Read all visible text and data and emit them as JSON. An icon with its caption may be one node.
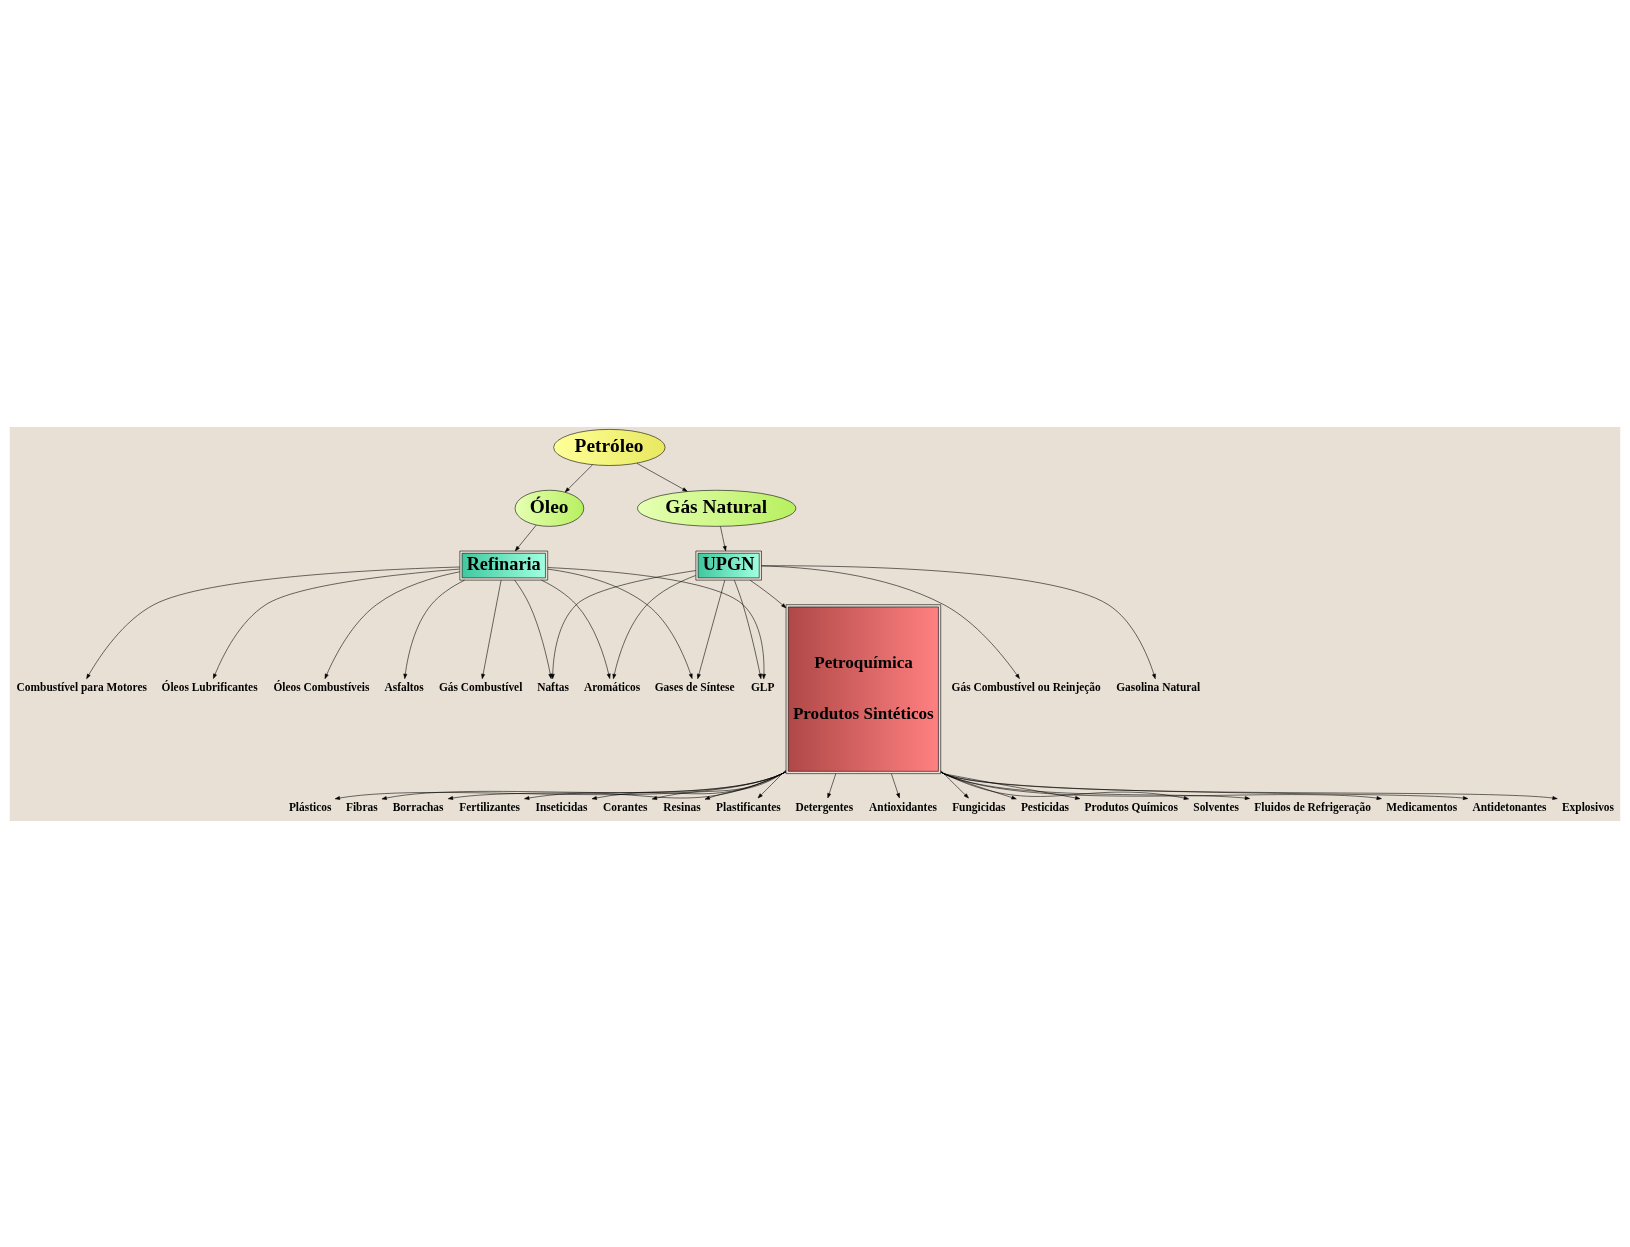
{
  "diagram": {
    "nodes": [
      {
        "text": [
          "Petróleo"
        ]
      },
      {
        "text": [
          "Óleo"
        ]
      },
      {
        "text": [
          "Gás Natural"
        ]
      },
      {
        "text": [
          "Refinaria"
        ]
      },
      {
        "text": [
          "UPGN"
        ]
      },
      {
        "text": [
          "Petroquímica",
          "Produtos Sintéticos"
        ]
      },
      {
        "text": [
          "Gás Combustível"
        ]
      },
      {
        "text": [
          "Combustível para Motores"
        ]
      },
      {
        "text": [
          "Óleos Lubrificantes"
        ]
      },
      {
        "text": [
          "Óleos Combustíveis"
        ]
      },
      {
        "text": [
          "Asfaltos"
        ]
      },
      {
        "text": [
          "Gases de Síntese"
        ]
      },
      {
        "text": [
          "GLP"
        ]
      },
      {
        "text": [
          "Naftas"
        ]
      },
      {
        "text": [
          "Aromáticos"
        ]
      },
      {
        "text": [
          "Gás Combustível ou Reinjeção"
        ]
      },
      {
        "text": [
          "Gasolina Natural"
        ]
      },
      {
        "text": [
          "Plásticos"
        ]
      },
      {
        "text": [
          "Fibras"
        ]
      },
      {
        "text": [
          "Borrachas"
        ]
      },
      {
        "text": [
          "Fertilizantes"
        ]
      },
      {
        "text": [
          "Inseticidas"
        ]
      },
      {
        "text": [
          "Corantes"
        ]
      },
      {
        "text": [
          "Resinas"
        ]
      },
      {
        "text": [
          "Plastificantes"
        ]
      },
      {
        "text": [
          "Detergentes"
        ]
      },
      {
        "text": [
          "Antioxidantes"
        ]
      },
      {
        "text": [
          "Fungicidas"
        ]
      },
      {
        "text": [
          "Pesticidas"
        ]
      },
      {
        "text": [
          "Produtos Químicos"
        ]
      },
      {
        "text": [
          "Solventes"
        ]
      },
      {
        "text": [
          "Fluidos de Refrigeração"
        ]
      },
      {
        "text": [
          "Medicamentos"
        ]
      },
      {
        "text": [
          "Antidetonantes"
        ]
      },
      {
        "text": [
          "Explosivos"
        ]
      }
    ],
    "edges": [
      {
        "from": 0,
        "to": 1,
        "arrow": "to"
      },
      {
        "from": 0,
        "to": 2,
        "arrow": "to"
      },
      {
        "from": 1,
        "to": 3,
        "arrow": "to"
      },
      {
        "from": 2,
        "to": 4,
        "arrow": "to"
      },
      {
        "from": 3,
        "to": 6,
        "arrow": "to"
      },
      {
        "from": 3,
        "to": 7,
        "arrow": "to"
      },
      {
        "from": 3,
        "to": 8,
        "arrow": "to"
      },
      {
        "from": 3,
        "to": 9,
        "arrow": "to"
      },
      {
        "from": 3,
        "to": 10,
        "arrow": "to"
      },
      {
        "from": 3,
        "to": 11,
        "arrow": "to"
      },
      {
        "from": 3,
        "to": 12,
        "arrow": "to"
      },
      {
        "from": 3,
        "to": 13,
        "arrow": "to"
      },
      {
        "from": 3,
        "to": 14,
        "arrow": "to"
      },
      {
        "from": 4,
        "to": 11,
        "arrow": "to"
      },
      {
        "from": 4,
        "to": 12,
        "arrow": "to"
      },
      {
        "from": 4,
        "to": 13,
        "arrow": "to"
      },
      {
        "from": 4,
        "to": 14,
        "arrow": "to"
      },
      {
        "from": 4,
        "to": 5,
        "arrow": "to"
      },
      {
        "from": 4,
        "to": 15,
        "arrow": "to"
      },
      {
        "from": 4,
        "to": 16,
        "arrow": "to"
      },
      {
        "from": 5,
        "to": 17,
        "arrow": "to"
      },
      {
        "from": 5,
        "to": 18,
        "arrow": "to"
      },
      {
        "from": 5,
        "to": 19,
        "arrow": "to"
      },
      {
        "from": 5,
        "to": 20,
        "arrow": "to"
      },
      {
        "from": 5,
        "to": 21,
        "arrow": "to"
      },
      {
        "from": 5,
        "to": 22,
        "arrow": "to"
      },
      {
        "from": 5,
        "to": 23,
        "arrow": "to"
      },
      {
        "from": 5,
        "to": 24,
        "arrow": "to"
      },
      {
        "from": 5,
        "to": 25,
        "arrow": "to"
      },
      {
        "from": 5,
        "to": 26,
        "arrow": "to"
      },
      {
        "from": 5,
        "to": 27,
        "arrow": "to"
      },
      {
        "from": 5,
        "to": 28,
        "arrow": "to"
      },
      {
        "from": 5,
        "to": 29,
        "arrow": "to"
      },
      {
        "from": 5,
        "to": 30,
        "arrow": "to"
      },
      {
        "from": 5,
        "to": 31,
        "arrow": "to"
      },
      {
        "from": 5,
        "to": 32,
        "arrow": "to"
      },
      {
        "from": 5,
        "to": 33,
        "arrow": "to"
      },
      {
        "from": 5,
        "to": 34,
        "arrow": "to"
      }
    ]
  }
}
